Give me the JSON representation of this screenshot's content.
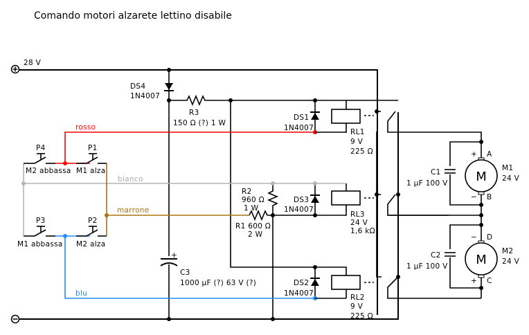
{
  "title": "Comando motori alzarete lettino disabile",
  "supply": {
    "positive_label": "28 V",
    "positive_symbol": "+",
    "negative_symbol": "−"
  },
  "wires": {
    "rosso": {
      "label": "rosso",
      "color": "#ff0000"
    },
    "bianco": {
      "label": "bianco",
      "color": "#b4b4b4"
    },
    "marrone": {
      "label": "marrone",
      "color": "#a87410"
    },
    "blu": {
      "label": "blu",
      "color": "#1e8cff"
    }
  },
  "pushbuttons": {
    "p4": {
      "name": "P4",
      "function": "M2 abbassa"
    },
    "p1": {
      "name": "P1",
      "function": "M1 alza"
    },
    "p3": {
      "name": "P3",
      "function": "M1 abbassa"
    },
    "p2": {
      "name": "P2",
      "function": "M2 alza"
    }
  },
  "components": {
    "ds4": {
      "name": "DS4",
      "part": "1N4007"
    },
    "r3": {
      "name": "R3",
      "value": "150 Ω (?) 1 W"
    },
    "c3": {
      "name": "C3",
      "value": "1000 µF (?) 63 V (?)",
      "polarity": "+"
    },
    "r2": {
      "name": "R2",
      "value": "960 Ω",
      "power": "1 W"
    },
    "r1": {
      "name": "R1 600 Ω",
      "power": "2 W"
    },
    "ds1": {
      "name": "DS1",
      "part": "1N4007"
    },
    "ds3": {
      "name": "DS3",
      "part": "1N4007"
    },
    "ds2": {
      "name": "DS2",
      "part": "1N4007"
    },
    "rl1": {
      "name": "RL1",
      "voltage": "9 V",
      "resistance": "225 Ω"
    },
    "rl3": {
      "name": "RL3",
      "voltage": "24 V",
      "resistance": "1,6 kΩ"
    },
    "rl2": {
      "name": "RL2",
      "voltage": "9 V",
      "resistance": "225 Ω"
    },
    "c1": {
      "name": "C1",
      "value": "1 µF 100 V"
    },
    "c2": {
      "name": "C2",
      "value": "1 µF 100 V"
    },
    "m1": {
      "name": "M1",
      "voltage": "24 V",
      "symbol": "M",
      "term_top": "A",
      "term_bottom": "B",
      "pol_top": "+",
      "pol_bottom": "−"
    },
    "m2": {
      "name": "M2",
      "voltage": "24 V",
      "symbol": "M",
      "term_top": "D",
      "term_bottom": "C",
      "pol_top": "−",
      "pol_bottom": "+"
    }
  }
}
